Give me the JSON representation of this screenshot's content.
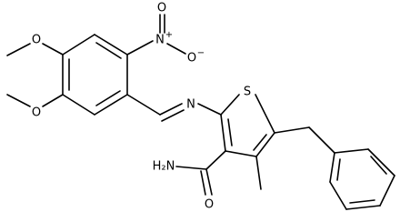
{
  "structure": {
    "atoms": {
      "nitro_n": "N",
      "nitro_n_charge": "+",
      "nitro_o_top": "O",
      "nitro_o_right": "O",
      "nitro_o_right_charge": "−",
      "methoxy1_o": "O",
      "methoxy2_o": "O",
      "imine_n": "N",
      "thiophene_s": "S",
      "amide_n": "H₂N",
      "amide_o": "O"
    }
  }
}
